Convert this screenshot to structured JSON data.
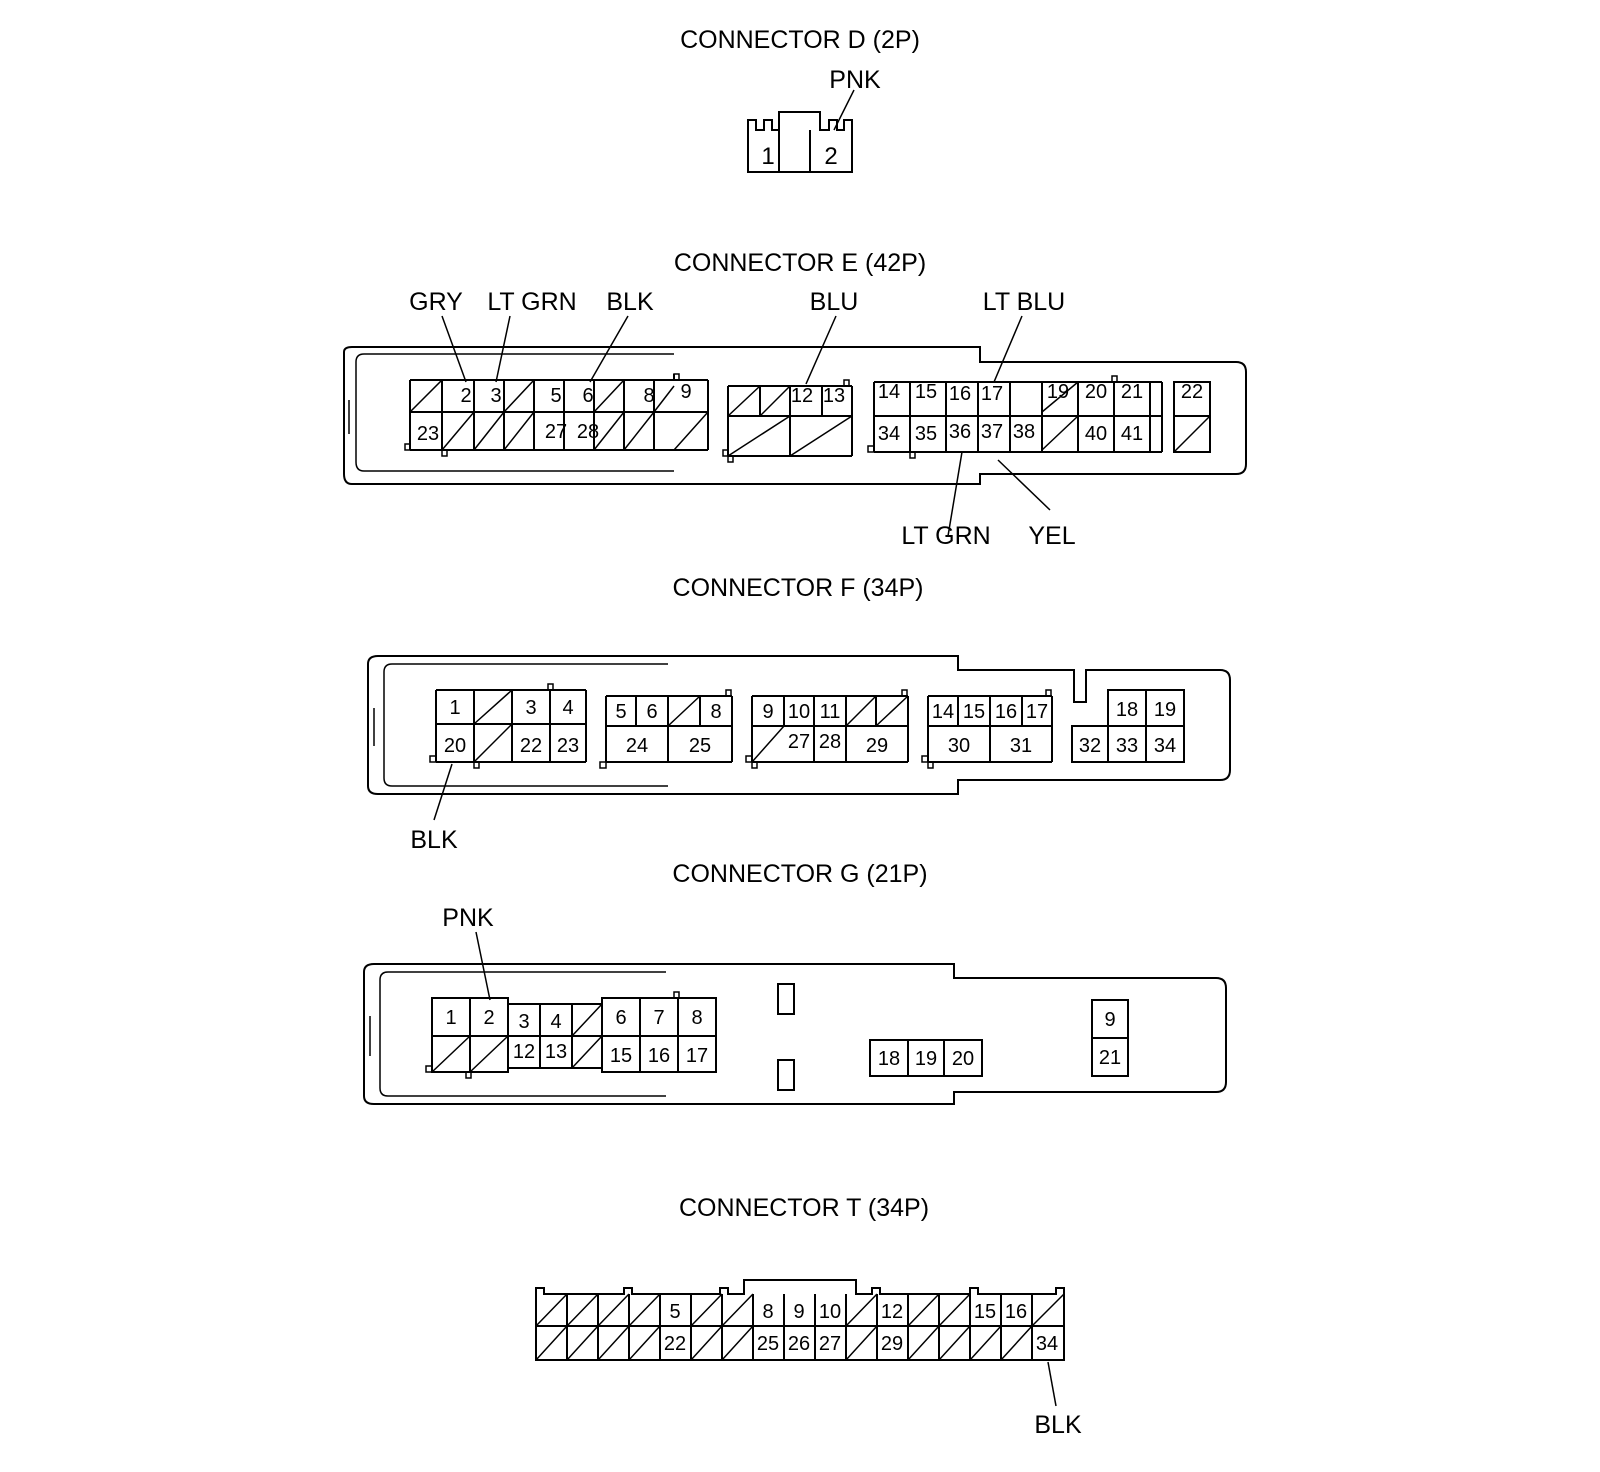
{
  "connectors": [
    {
      "id": "D",
      "title": "CONNECTOR D (2P)",
      "pins": [
        "1",
        "2"
      ],
      "wire_labels": [
        {
          "pin": "2",
          "color": "PNK"
        }
      ]
    },
    {
      "id": "E",
      "title": "CONNECTOR E (42P)",
      "pins": [
        "2",
        "3",
        "5",
        "6",
        "8",
        "9",
        "12",
        "13",
        "14",
        "15",
        "16",
        "17",
        "19",
        "20",
        "21",
        "22",
        "23",
        "27",
        "28",
        "34",
        "35",
        "36",
        "37",
        "38",
        "40",
        "41"
      ],
      "wire_labels": [
        {
          "pin": "2",
          "color": "GRY"
        },
        {
          "pin": "3",
          "color": "LT GRN"
        },
        {
          "pin": "6",
          "color": "BLK"
        },
        {
          "pin": "12",
          "color": "BLU"
        },
        {
          "pin": "17",
          "color": "LT BLU"
        },
        {
          "pin": "36",
          "color": "LT GRN"
        },
        {
          "pin": "37",
          "color": "YEL"
        }
      ]
    },
    {
      "id": "F",
      "title": "CONNECTOR F (34P)",
      "pins": [
        "1",
        "3",
        "4",
        "20",
        "22",
        "23",
        "5",
        "6",
        "8",
        "24",
        "25",
        "9",
        "10",
        "11",
        "27",
        "28",
        "29",
        "14",
        "15",
        "16",
        "17",
        "30",
        "31",
        "18",
        "19",
        "32",
        "33",
        "34"
      ],
      "wire_labels": [
        {
          "pin": "20",
          "color": "BLK"
        }
      ]
    },
    {
      "id": "G",
      "title": "CONNECTOR G (21P)",
      "pins": [
        "1",
        "2",
        "3",
        "4",
        "6",
        "7",
        "8",
        "12",
        "13",
        "15",
        "16",
        "17",
        "18",
        "19",
        "20",
        "9",
        "21"
      ],
      "wire_labels": [
        {
          "pin": "2",
          "color": "PNK"
        }
      ]
    },
    {
      "id": "T",
      "title": "CONNECTOR T (34P)",
      "pins": [
        "5",
        "8",
        "9",
        "10",
        "12",
        "15",
        "16",
        "22",
        "25",
        "26",
        "27",
        "29",
        "34"
      ],
      "wire_labels": [
        {
          "pin": "34",
          "color": "BLK"
        }
      ]
    }
  ]
}
